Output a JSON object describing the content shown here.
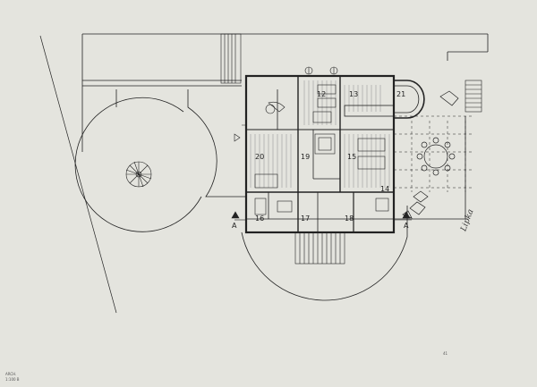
{
  "sheet": {
    "paper_color": "#e4e4de",
    "ink_color": "#222222",
    "stamp_lines": [
      "ARCH.",
      "1:100 B"
    ],
    "corner_mark": "41",
    "signature": "Lipka"
  },
  "rooms": [
    {
      "id": "r12",
      "label": "12"
    },
    {
      "id": "r13",
      "label": "13"
    },
    {
      "id": "r14",
      "label": "14"
    },
    {
      "id": "r15",
      "label": "15"
    },
    {
      "id": "r16",
      "label": "16"
    },
    {
      "id": "r17",
      "label": "17"
    },
    {
      "id": "r18",
      "label": "18"
    },
    {
      "id": "r19",
      "label": "19"
    },
    {
      "id": "r20",
      "label": "20"
    },
    {
      "id": "r21",
      "label": "21"
    }
  ],
  "section_marks": [
    {
      "id": "left",
      "letter": "A"
    },
    {
      "id": "right",
      "letter": "A"
    }
  ]
}
